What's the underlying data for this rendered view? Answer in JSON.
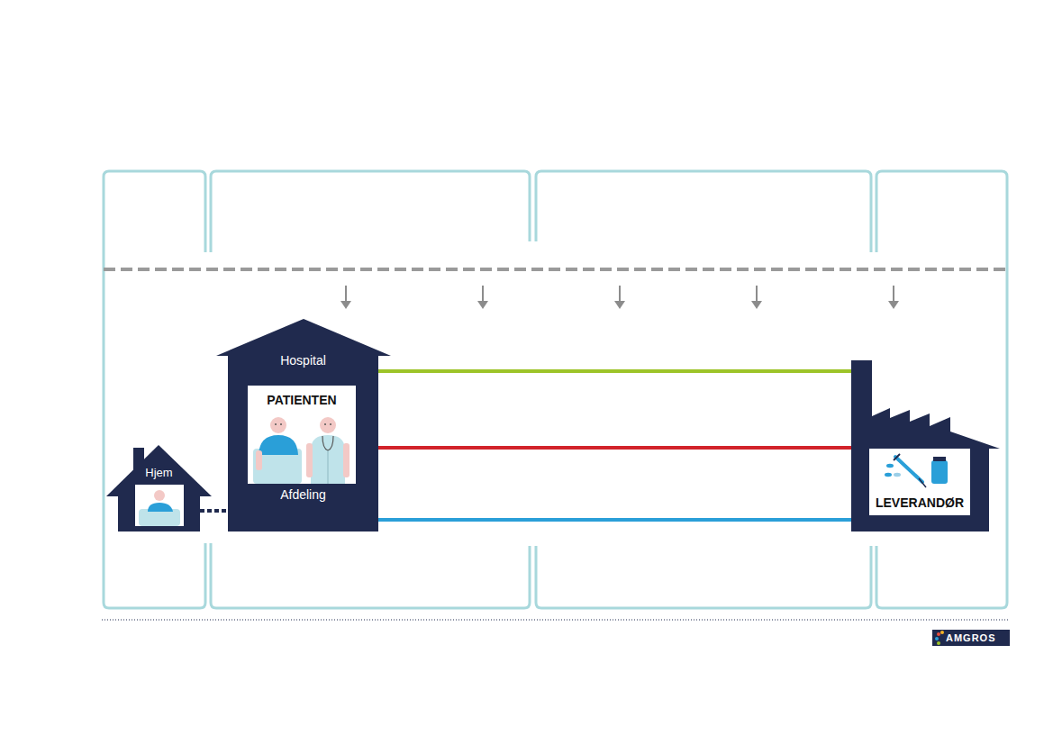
{
  "diagram": {
    "nodes": [
      {
        "text": [
          "Hjem"
        ]
      },
      {
        "text": [
          "Hospital",
          "Afdeling"
        ]
      },
      {
        "text": [
          "PATIENTEN"
        ],
        "in": 1
      },
      {
        "text": [
          "LEVERANDØR"
        ]
      }
    ],
    "edges": [
      {
        "from": 0,
        "to": 1,
        "arrow": "none"
      },
      {
        "from": 1,
        "to": 3,
        "arrow": "none"
      },
      {
        "from": 1,
        "to": 3,
        "arrow": "none"
      },
      {
        "from": 1,
        "to": 3,
        "arrow": "none"
      }
    ],
    "labels": [
      "AMGROS"
    ]
  }
}
